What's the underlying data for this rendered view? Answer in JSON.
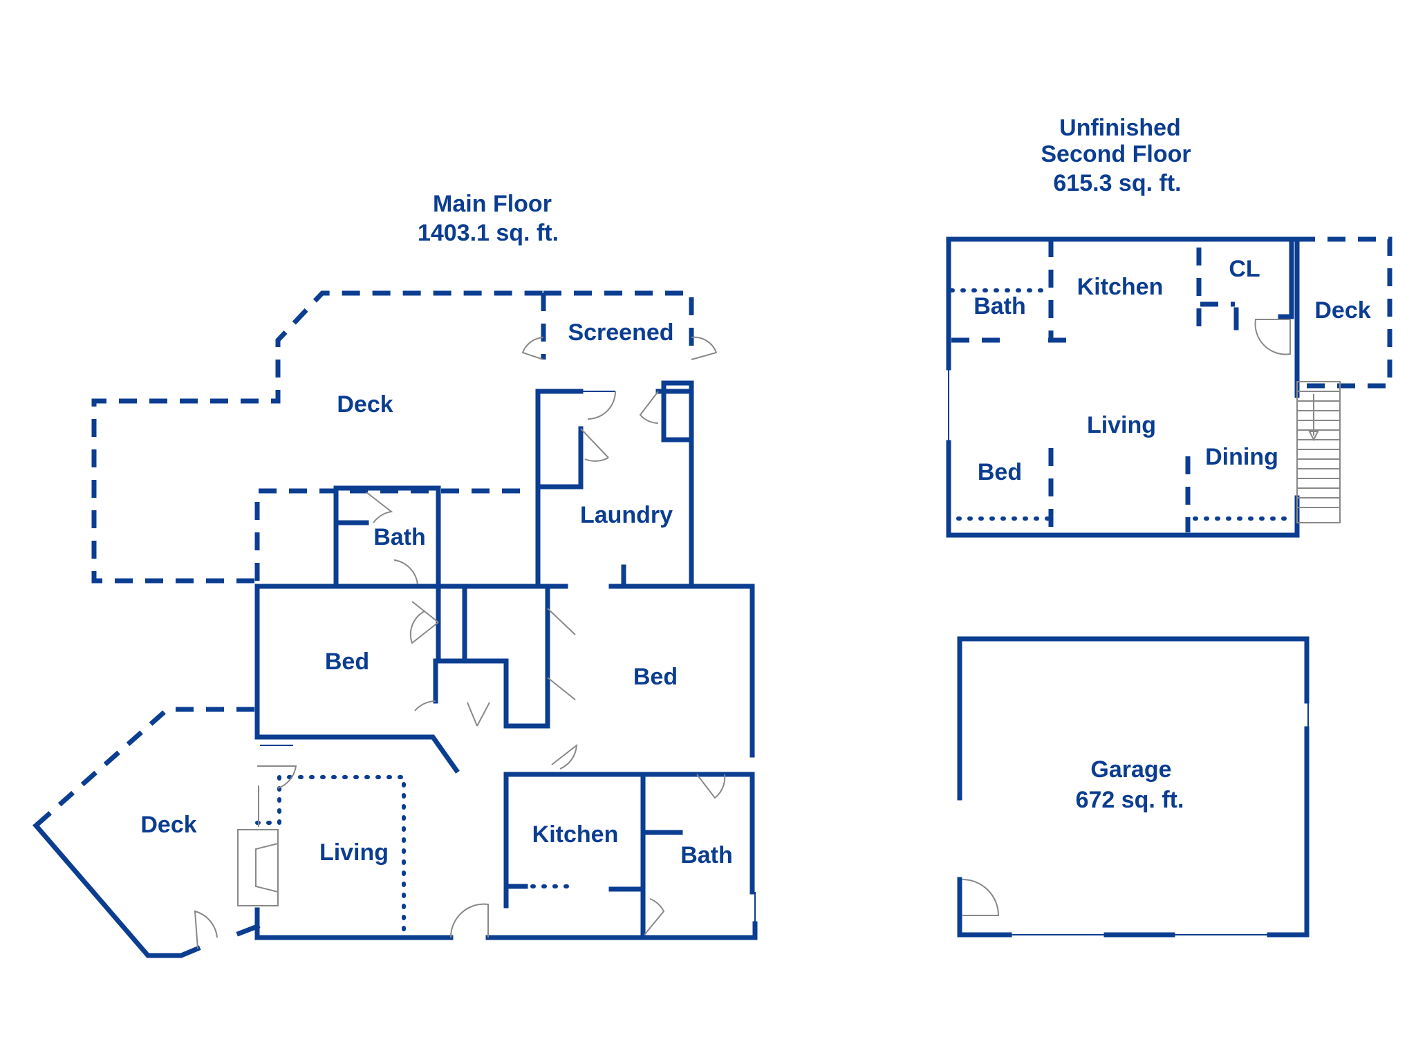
{
  "colors": {
    "wall": "#0b3d91",
    "fixture": "#888888",
    "background": "#ffffff"
  },
  "main_floor": {
    "title": "Main Floor",
    "area": "1403.1 sq. ft.",
    "rooms": {
      "deck_top": "Deck",
      "screened": "Screened",
      "bath_upper": "Bath",
      "laundry": "Laundry",
      "bed_left": "Bed",
      "bed_right": "Bed",
      "deck_left": "Deck",
      "living": "Living",
      "kitchen": "Kitchen",
      "bath_lower": "Bath"
    }
  },
  "second_floor": {
    "title_line1": "Unfinished",
    "title_line2": "Second Floor",
    "area": "615.3 sq. ft.",
    "rooms": {
      "bath": "Bath",
      "kitchen": "Kitchen",
      "closet": "CL",
      "deck": "Deck",
      "living": "Living",
      "bed": "Bed",
      "dining": "Dining"
    }
  },
  "garage": {
    "name": "Garage",
    "area": "672 sq. ft."
  }
}
